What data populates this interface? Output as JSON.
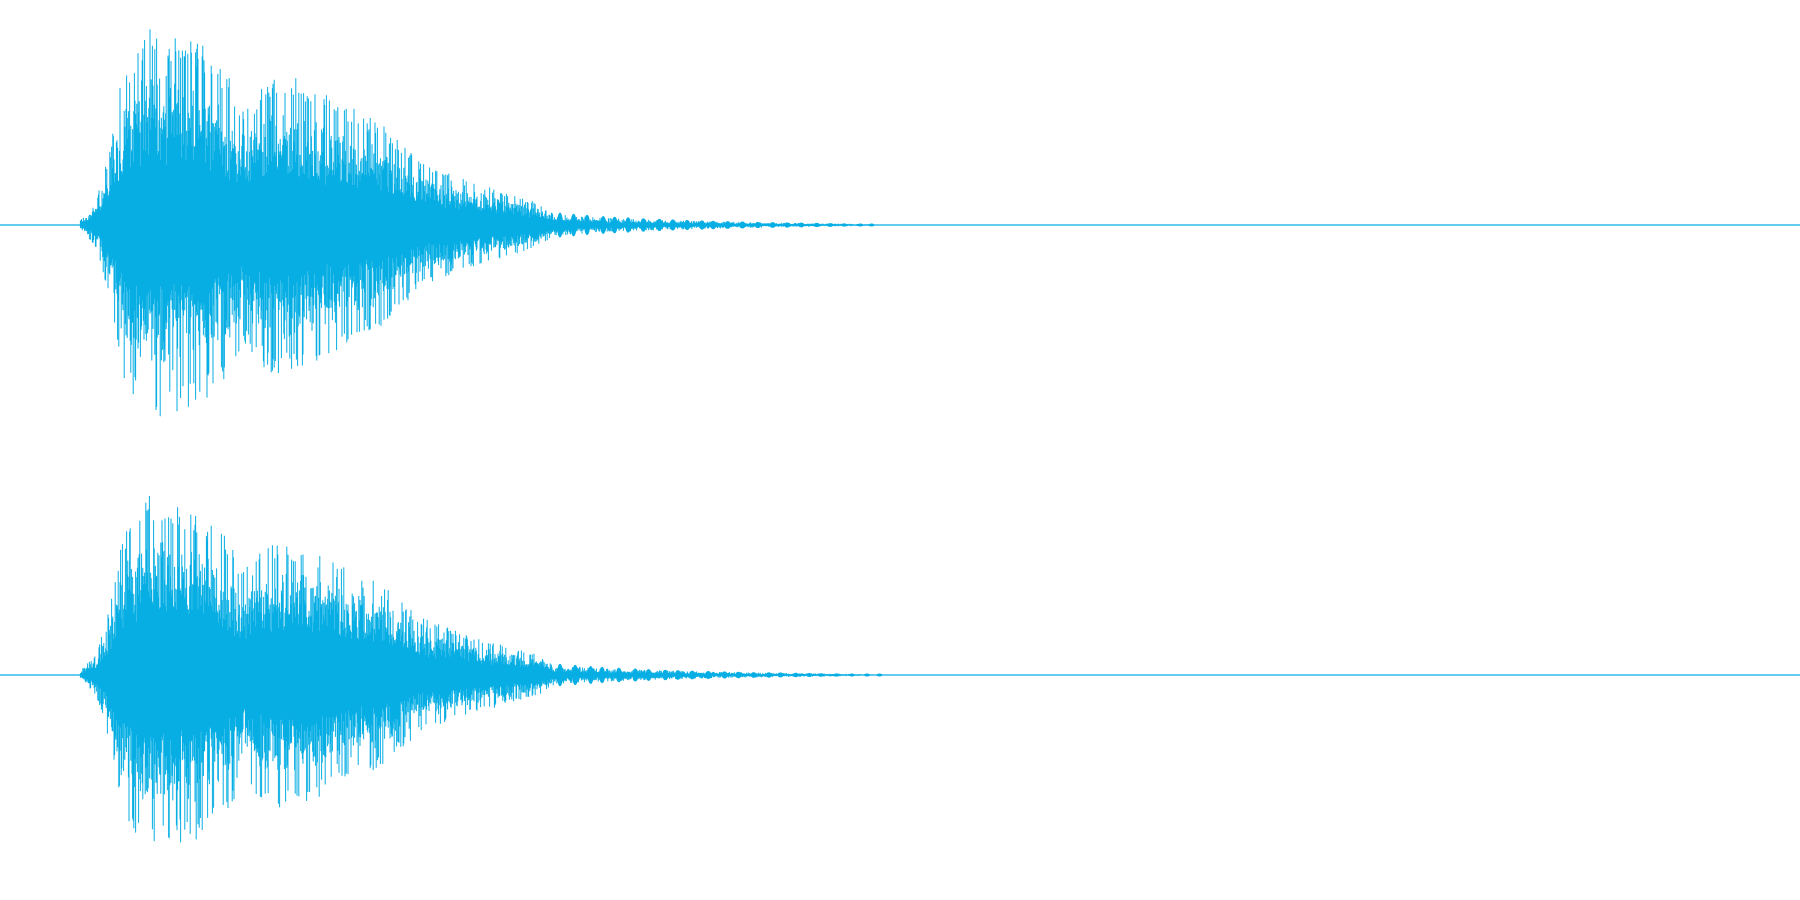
{
  "waveform": {
    "color": "#07aee4",
    "background": "#ffffff",
    "channel_count": 2,
    "channels": [
      {
        "channel": "upper",
        "peak_level": 0.93
      },
      {
        "channel": "lower",
        "peak_level": 0.84
      }
    ]
  }
}
